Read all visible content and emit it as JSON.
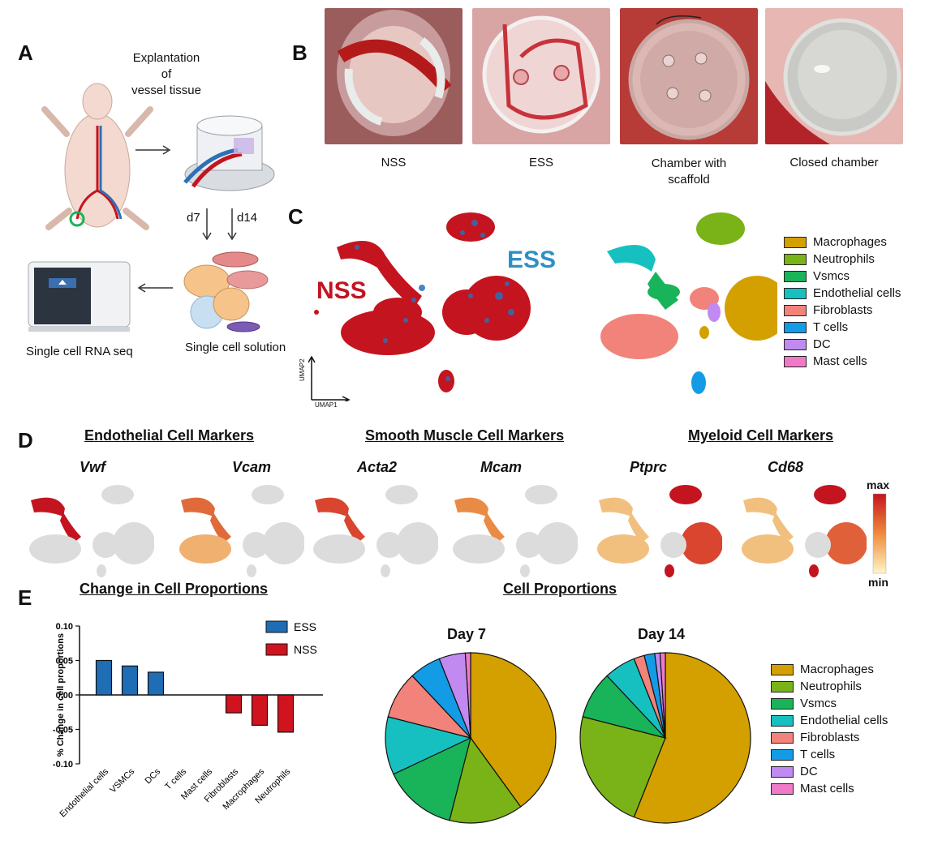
{
  "panels": {
    "A": "A",
    "B": "B",
    "C": "C",
    "D": "D",
    "E": "E"
  },
  "panelA": {
    "explant_label": [
      "Explantation",
      "of",
      "vessel tissue"
    ],
    "d7": "d7",
    "d14": "d14",
    "solution_label": "Single cell solution",
    "seq_label": "Single cell RNA seq"
  },
  "panelB": {
    "captions": [
      "NSS",
      "ESS",
      "Chamber with",
      "scaffold",
      "Closed chamber"
    ]
  },
  "panelC": {
    "nss_label": "NSS",
    "ess_label": "ESS",
    "umap1": "UMAP1",
    "umap2": "UMAP2",
    "legend": [
      {
        "name": "Macrophages",
        "color": "#d4a000"
      },
      {
        "name": "Neutrophils",
        "color": "#7ab317"
      },
      {
        "name": "Vsmcs",
        "color": "#19b35a"
      },
      {
        "name": "Endothelial cells",
        "color": "#17c0c0"
      },
      {
        "name": "Fibroblasts",
        "color": "#f2837a"
      },
      {
        "name": "T cells",
        "color": "#139be6"
      },
      {
        "name": "DC",
        "color": "#c18af0"
      },
      {
        "name": "Mast cells",
        "color": "#f07ac9"
      }
    ],
    "condition_colors": {
      "NSS": "#c4141f",
      "ESS": "#2e6fb6"
    }
  },
  "panelD": {
    "group_titles": [
      "Endothelial Cell Markers",
      "Smooth Muscle Cell Markers",
      "Myeloid Cell Markers"
    ],
    "genes": [
      "Vwf",
      "Vcam",
      "Acta2",
      "Mcam",
      "Ptprc",
      "Cd68"
    ],
    "scale_max": "max",
    "scale_min": "min"
  },
  "panelE": {
    "bar_title": "Change in Cell Proportions",
    "pie_title": "Cell Proportions",
    "day7": "Day 7",
    "day14": "Day 14",
    "legend": [
      {
        "name": "Macrophages",
        "color": "#d4a000"
      },
      {
        "name": "Neutrophils",
        "color": "#7ab317"
      },
      {
        "name": "Vsmcs",
        "color": "#19b35a"
      },
      {
        "name": "Endothelial cells",
        "color": "#17c0c0"
      },
      {
        "name": "Fibroblasts",
        "color": "#f2837a"
      },
      {
        "name": "T cells",
        "color": "#139be6"
      },
      {
        "name": "DC",
        "color": "#c18af0"
      },
      {
        "name": "Mast cells",
        "color": "#f07ac9"
      }
    ]
  },
  "chart_data": [
    {
      "type": "bar",
      "title": "Change in Cell Proportions",
      "ylabel": "% Change in cell proportions",
      "xlabel": "",
      "ylim": [
        -0.1,
        0.1
      ],
      "yticks": [
        "0.10",
        "0.05",
        "0.00",
        "-0.05",
        "-0.10"
      ],
      "categories": [
        "Endothelial cells",
        "VSMCs",
        "DCs",
        "T cells",
        "Mast cells",
        "Fibroblasts",
        "Macrophages",
        "Neutrophils"
      ],
      "series": [
        {
          "name": "ESS",
          "color": "#1f6db5",
          "values": [
            0.05,
            0.042,
            0.033,
            0,
            0,
            0,
            0,
            0
          ]
        },
        {
          "name": "NSS",
          "color": "#d0141f",
          "values": [
            0,
            0,
            0,
            0,
            0,
            -0.026,
            -0.044,
            -0.054
          ]
        }
      ],
      "legend_position": "top-right"
    },
    {
      "type": "pie",
      "title": "Day 7",
      "labels": [
        "Macrophages",
        "Neutrophils",
        "Vsmcs",
        "Endothelial cells",
        "Fibroblasts",
        "T cells",
        "DC",
        "Mast cells"
      ],
      "values": [
        40,
        14,
        14,
        11,
        9,
        6,
        5,
        1
      ]
    },
    {
      "type": "pie",
      "title": "Day 14",
      "labels": [
        "Macrophages",
        "Neutrophils",
        "Vsmcs",
        "Endothelial cells",
        "Fibroblasts",
        "T cells",
        "DC",
        "Mast cells"
      ],
      "values": [
        56,
        23,
        9,
        6,
        2,
        2,
        1,
        1
      ]
    }
  ]
}
